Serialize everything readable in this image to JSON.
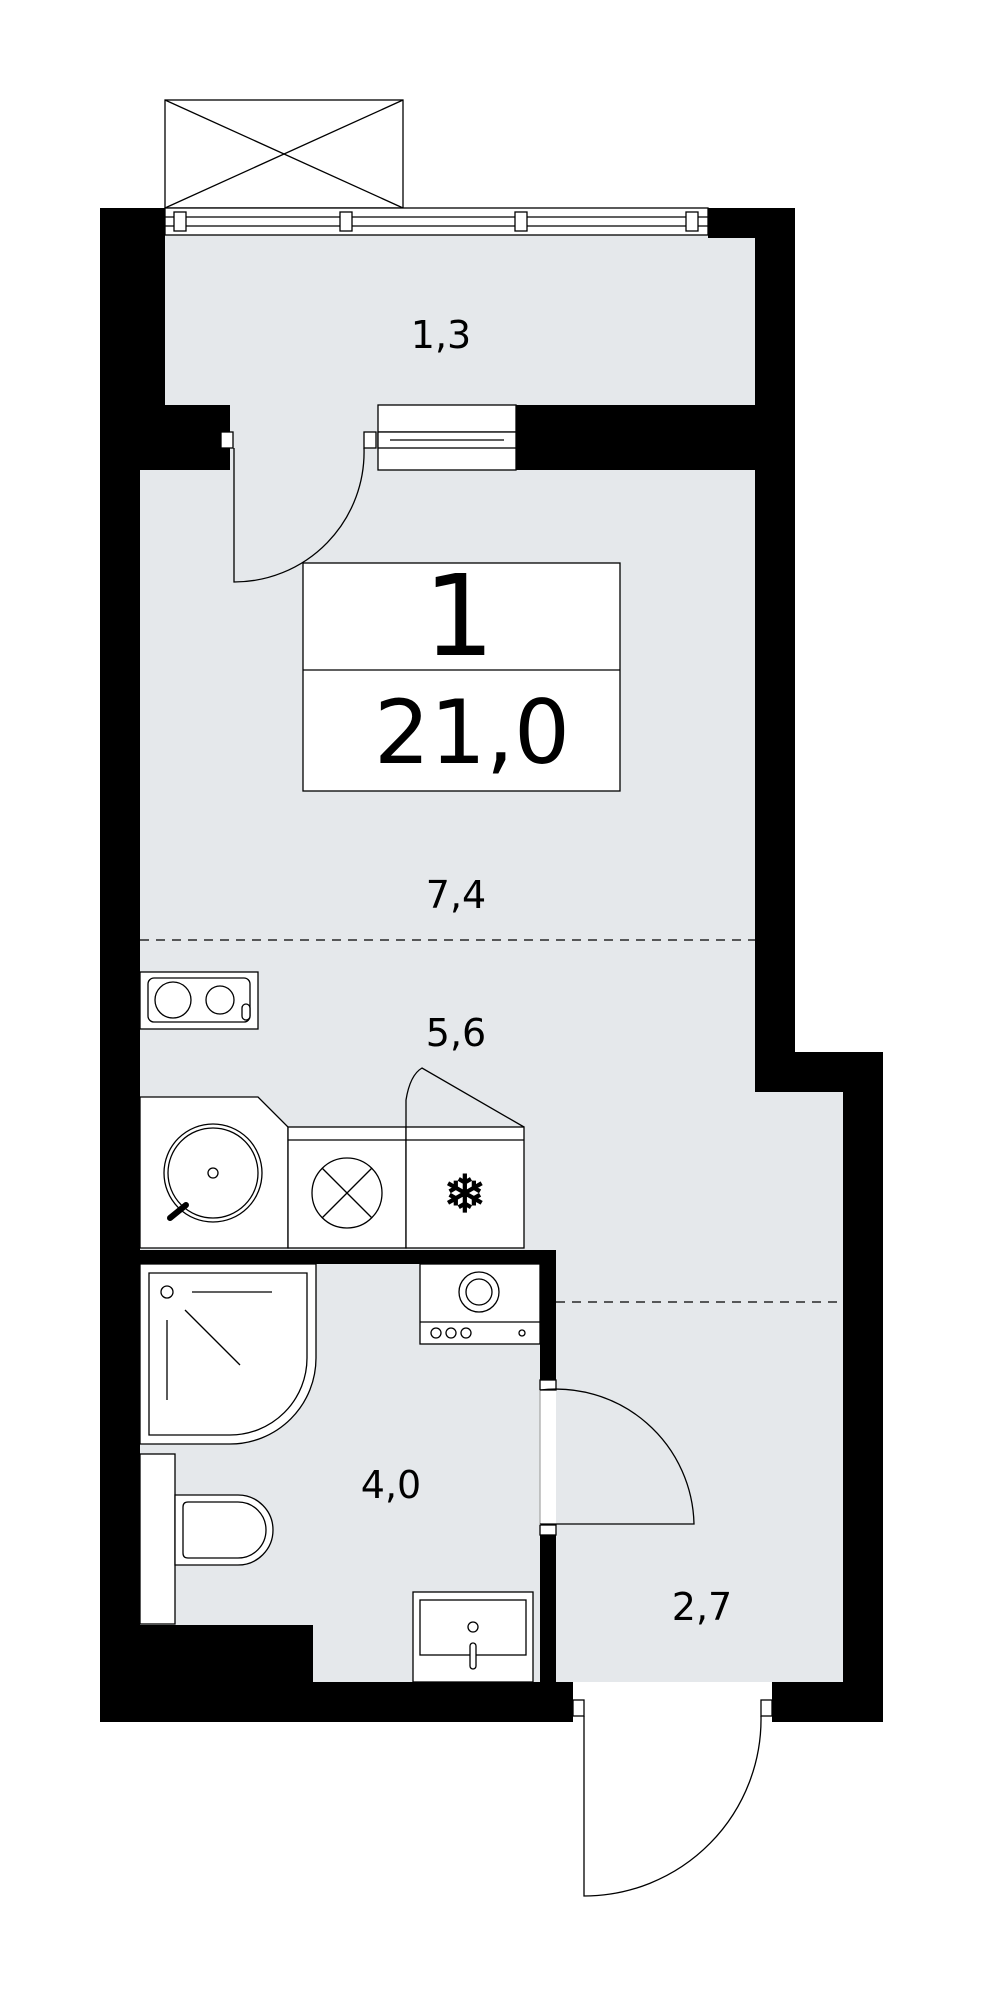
{
  "apartment": {
    "rooms": "1",
    "total_area": "21,0"
  },
  "zones": {
    "balcony": "1,3",
    "living": "7,4",
    "kitchen": "5,6",
    "bathroom": "4,0",
    "hallway": "2,7"
  },
  "colors": {
    "wall": "#000000",
    "floor": "#e5e8eb",
    "line": "#000000",
    "background": "#ffffff"
  }
}
